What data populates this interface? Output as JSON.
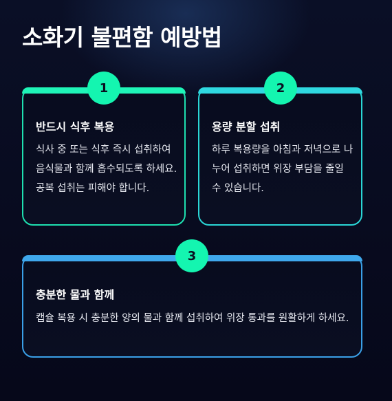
{
  "page": {
    "title": "소화기 불편함 예방법"
  },
  "cards": [
    {
      "number": "1",
      "title": "반드시 식후 복용",
      "body": "식사 중 또는 식후 즉시 섭취하여 음식물과 함께 흡수되도록 하세요. 공복 섭취는 피해야 합니다.",
      "accent_color": "#1ff5b8"
    },
    {
      "number": "2",
      "title": "용량 분할 섭취",
      "body": "하루 복용량을 아침과 저녁으로 나누어 섭취하면 위장 부담을 줄일 수 있습니다.",
      "accent_color": "#2fd8e0"
    },
    {
      "number": "3",
      "title": "충분한 물과 함께",
      "body": "캡슐 복용 시 충분한 양의 물과 함께 섭취하여 위장 통과를 원활하게 하세요.",
      "accent_color": "#3fa8ec"
    }
  ],
  "colors": {
    "background": "#080b1f",
    "badge": "#14f5b0",
    "text": "#ffffff"
  }
}
